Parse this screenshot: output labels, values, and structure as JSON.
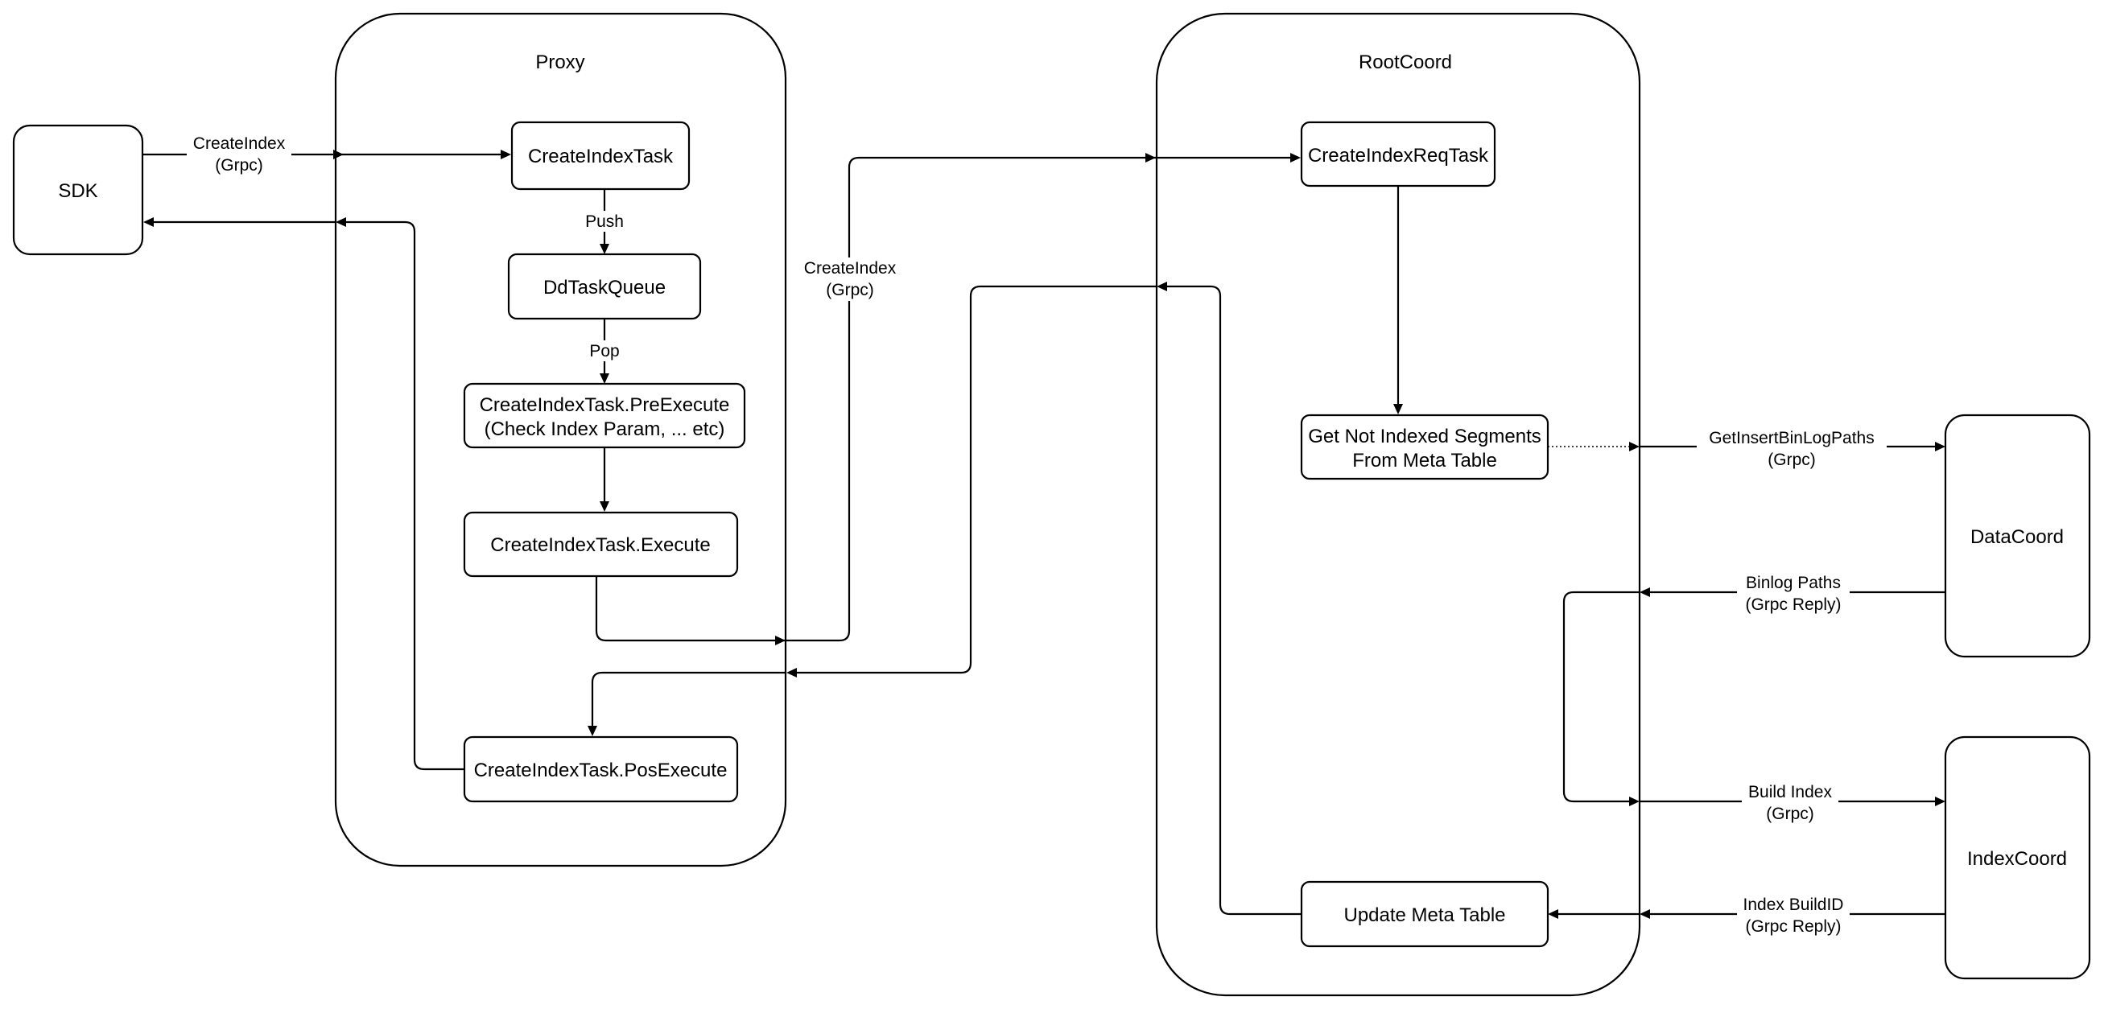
{
  "containers": {
    "proxy": "Proxy",
    "rootcoord": "RootCoord"
  },
  "nodes": {
    "sdk": "SDK",
    "create_index_task": "CreateIndexTask",
    "dd_task_queue": "DdTaskQueue",
    "pre_execute": [
      "CreateIndexTask.PreExecute",
      "(Check Index Param, ... etc)"
    ],
    "execute": "CreateIndexTask.Execute",
    "pos_execute": "CreateIndexTask.PosExecute",
    "create_index_req_task": "CreateIndexReqTask",
    "get_segments": [
      "Get Not Indexed Segments",
      "From Meta Table"
    ],
    "update_meta_table": "Update Meta Table",
    "datacoord": "DataCoord",
    "indexcoord": "IndexCoord"
  },
  "edges": {
    "sdk_to_proxy": [
      "CreateIndex",
      "(Grpc)"
    ],
    "push": "Push",
    "pop": "Pop",
    "proxy_to_rootcoord": [
      "CreateIndex",
      "(Grpc)"
    ],
    "get_insert_binlog_paths": [
      "GetInsertBinLogPaths",
      "(Grpc)"
    ],
    "binlog_paths": [
      "Binlog Paths",
      "(Grpc Reply)"
    ],
    "build_index": [
      "Build Index",
      "(Grpc)"
    ],
    "index_buildid": [
      "Index BuildID",
      "(Grpc Reply)"
    ]
  }
}
